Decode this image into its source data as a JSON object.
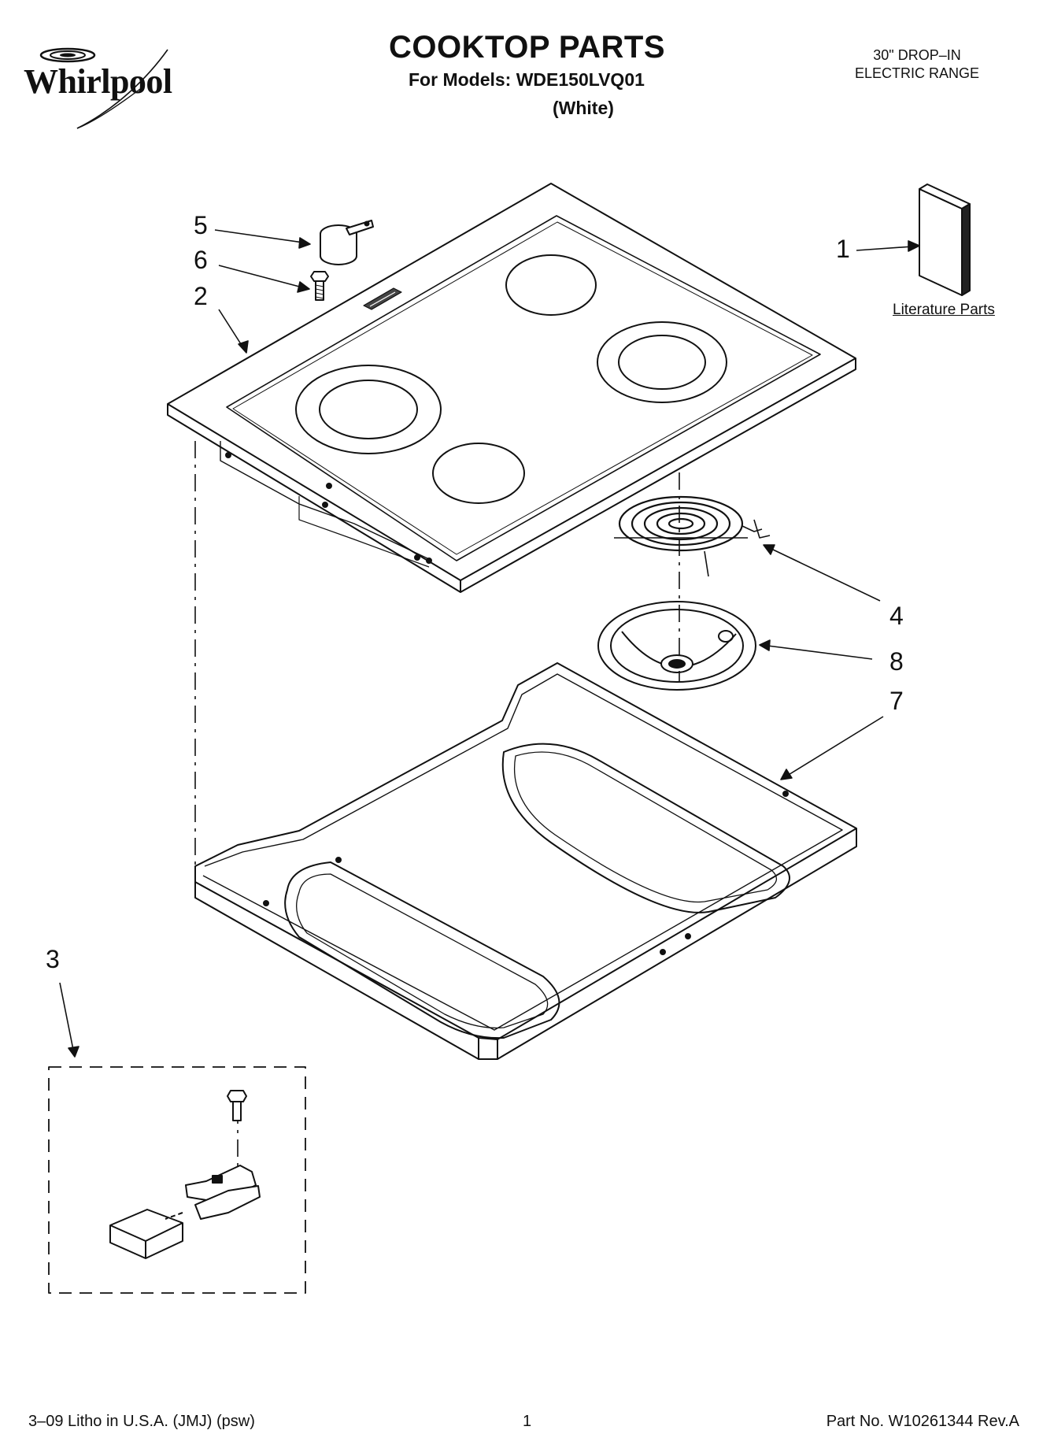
{
  "brand": {
    "logo_text": "Whirlpool"
  },
  "header": {
    "title": "COOKTOP PARTS",
    "models_line": "For Models: WDE150LVQ01",
    "color_line": "(White)",
    "range_line_1": "30\" DROP–IN",
    "range_line_2": "ELECTRIC RANGE"
  },
  "callouts": [
    "1",
    "2",
    "3",
    "4",
    "5",
    "6",
    "7",
    "8"
  ],
  "literature_label": "Literature Parts",
  "footer": {
    "litho": "3–09 Litho in U.S.A. (JMJ) (psw)",
    "page": "1",
    "part_no": "Part No. W10261344 Rev.A"
  }
}
